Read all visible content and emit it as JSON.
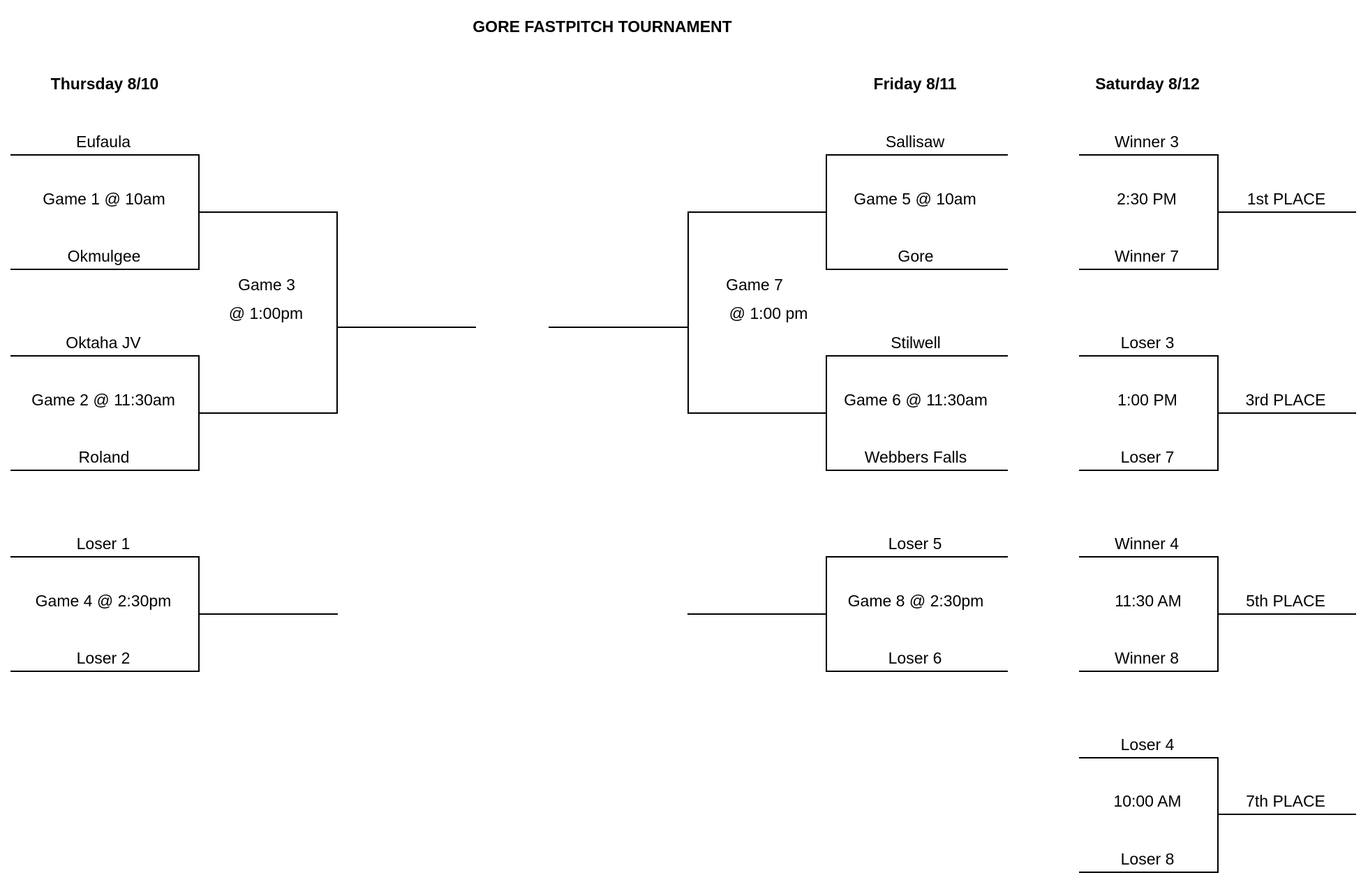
{
  "title": "GORE FASTPITCH TOURNAMENT",
  "days": {
    "thursday": "Thursday 8/10",
    "friday": "Friday 8/11",
    "saturday": "Saturday 8/12"
  },
  "thursday": {
    "game1": {
      "top": "Eufaula",
      "label": "Game 1 @ 10am",
      "bottom": "Okmulgee"
    },
    "game2": {
      "top": "Oktaha JV",
      "label": "Game 2 @ 11:30am",
      "bottom": "Roland"
    },
    "game3": {
      "label_line1": "Game 3",
      "label_line2": "@ 1:00pm"
    },
    "game4": {
      "top": "Loser 1",
      "label": "Game 4 @ 2:30pm",
      "bottom": "Loser 2"
    }
  },
  "friday": {
    "game5": {
      "top": "Sallisaw",
      "label": "Game 5 @ 10am",
      "bottom": "Gore"
    },
    "game6": {
      "top": "Stilwell",
      "label": "Game 6 @ 11:30am",
      "bottom": "Webbers Falls"
    },
    "game7": {
      "label_line1": "Game 7",
      "label_line2": "@ 1:00 pm"
    },
    "game8": {
      "top": "Loser 5",
      "label": "Game 8 @ 2:30pm",
      "bottom": "Loser 6"
    }
  },
  "saturday": {
    "first": {
      "top": "Winner 3",
      "time": "2:30 PM",
      "bottom": "Winner 7",
      "place": "1st PLACE"
    },
    "third": {
      "top": "Loser 3",
      "time": "1:00 PM",
      "bottom": "Loser 7",
      "place": "3rd PLACE"
    },
    "fifth": {
      "top": "Winner 4",
      "time": "11:30 AM",
      "bottom": "Winner 8",
      "place": "5th PLACE"
    },
    "seventh": {
      "top": "Loser 4",
      "time": "10:00 AM",
      "bottom": "Loser 8",
      "place": "7th PLACE"
    }
  }
}
